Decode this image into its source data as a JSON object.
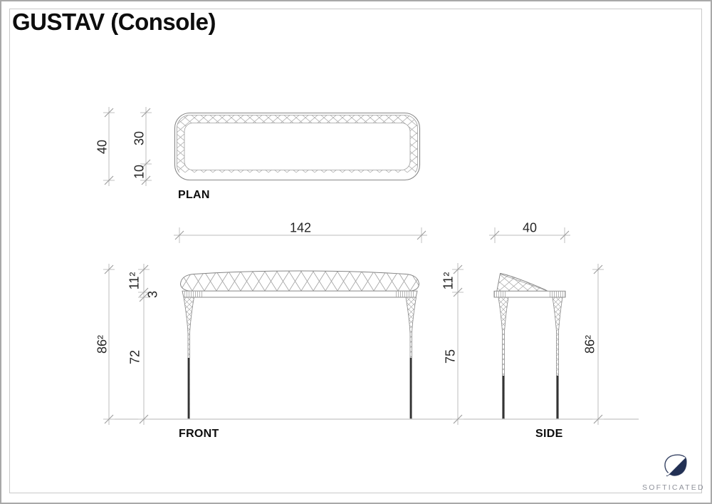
{
  "title": "GUSTAV (Console)",
  "views": {
    "plan": {
      "label": "PLAN",
      "dim_depth_total": "40",
      "dim_depth_top": "30",
      "dim_depth_front": "10"
    },
    "front": {
      "label": "FRONT",
      "dim_width": "142",
      "dim_height_total": "86²",
      "dim_top_thickness": "11²",
      "dim_apron": "3",
      "dim_leg_clearance": "72"
    },
    "side": {
      "label": "SIDE",
      "dim_depth": "40",
      "dim_top_thickness": "11²",
      "dim_leg_height": "75",
      "dim_height_total": "86²"
    }
  },
  "branding": {
    "logo_text": "SOFTICATED",
    "logo_color": "#223054"
  },
  "colors": {
    "outline": "#878787",
    "lattice": "#a4a4a4",
    "dim_line": "#bcbcbc",
    "tick_slash": "#9b9b9b",
    "dim_text": "#262626"
  }
}
